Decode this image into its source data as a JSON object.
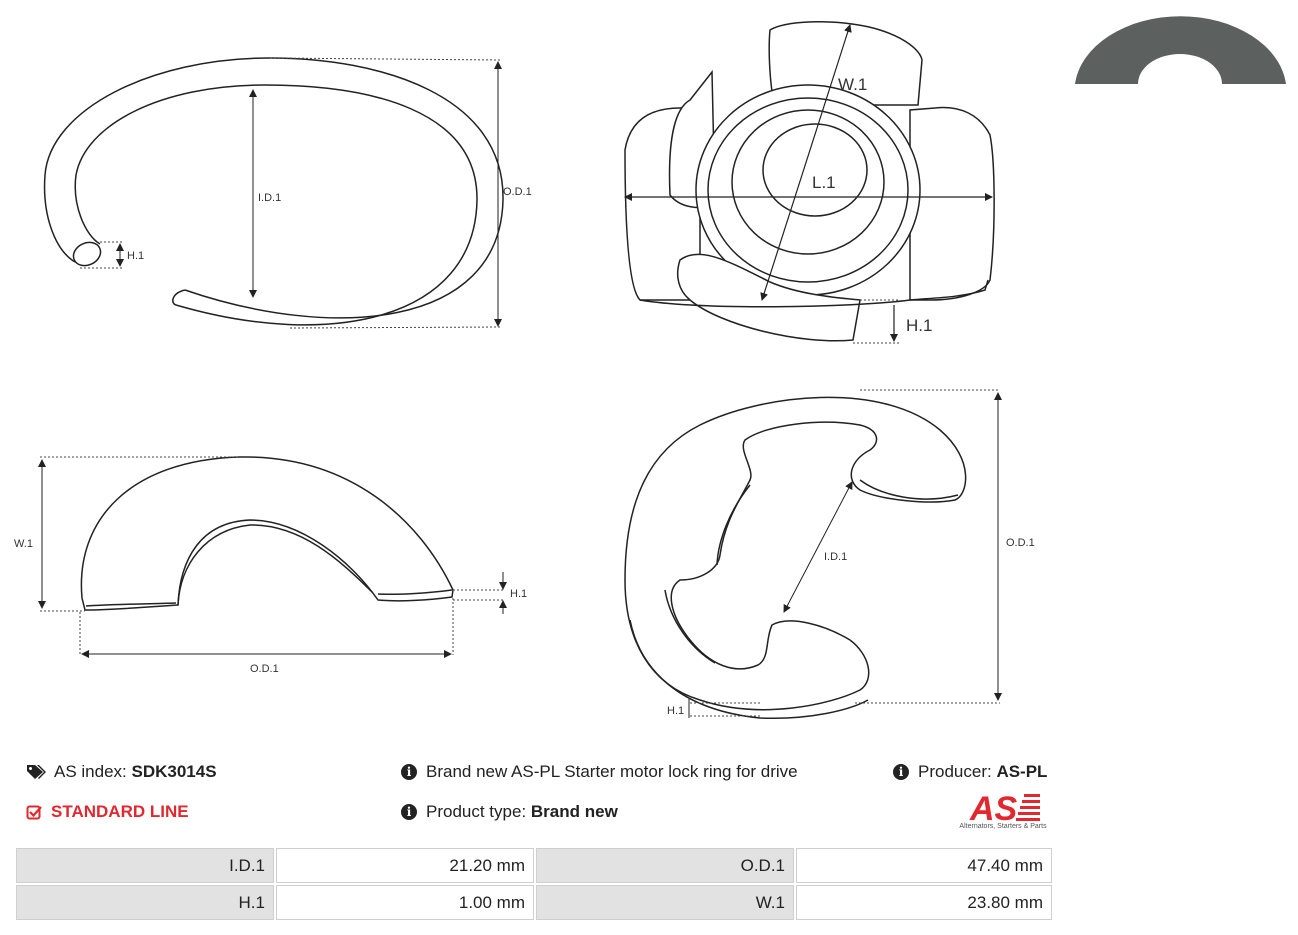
{
  "drawings": {
    "top_left": {
      "id_label": "I.D.1",
      "od_label": "O.D.1",
      "h_label": "H.1"
    },
    "top_right": {
      "w_label": "W.1",
      "l_label": "L.1",
      "h_label": "H.1"
    },
    "bottom_left": {
      "w_label": "W.1",
      "od_label": "O.D.1",
      "h_label": "H.1"
    },
    "bottom_right": {
      "id_label": "I.D.1",
      "od_label": "O.D.1",
      "h_label": "H.1"
    }
  },
  "swatch_color": "#5c615f",
  "accent_color": "#e0282e",
  "info": {
    "as_index_label": "AS index:",
    "as_index_value": "SDK3014S",
    "standard_line": "STANDARD LINE",
    "description": "Brand new AS-PL Starter motor lock ring for drive",
    "product_type_label": "Product type:",
    "product_type_value": "Brand new",
    "producer_label": "Producer:",
    "producer_value": "AS-PL",
    "logo_text": "AS",
    "logo_tagline": "Alternators, Starters & Parts"
  },
  "specs": [
    {
      "k1": "I.D.1",
      "v1": "21.20 mm",
      "k2": "O.D.1",
      "v2": "47.40 mm"
    },
    {
      "k1": "H.1",
      "v1": "1.00 mm",
      "k2": "W.1",
      "v2": "23.80 mm"
    }
  ]
}
